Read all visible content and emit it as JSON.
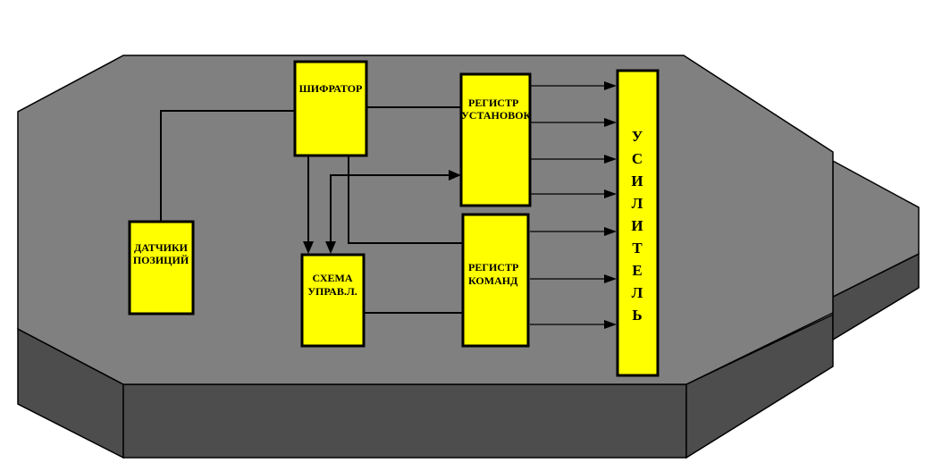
{
  "colors": {
    "board_top": "#808080",
    "board_side": "#4d4d4d",
    "block_fill": "#ffff00",
    "line": "#000000",
    "background": "#ffffff"
  },
  "blocks": {
    "sensors": {
      "line1": "ДАТЧИКИ",
      "line2": "ПОЗИЦИЙ"
    },
    "encoder": {
      "label": "ШИФРАТОР"
    },
    "control": {
      "line1": "СХЕМА",
      "line2": "УПРАВ.Л."
    },
    "settings_register": {
      "line1": "РЕГИСТР",
      "line2": "УСТАНОВОК"
    },
    "command_register": {
      "line1": "РЕГИСТР",
      "line2": "КОМАНД"
    },
    "amplifier": {
      "letters": [
        "У",
        "С",
        "И",
        "Л",
        "И",
        "Т",
        "Е",
        "Л",
        "Ь"
      ]
    }
  }
}
